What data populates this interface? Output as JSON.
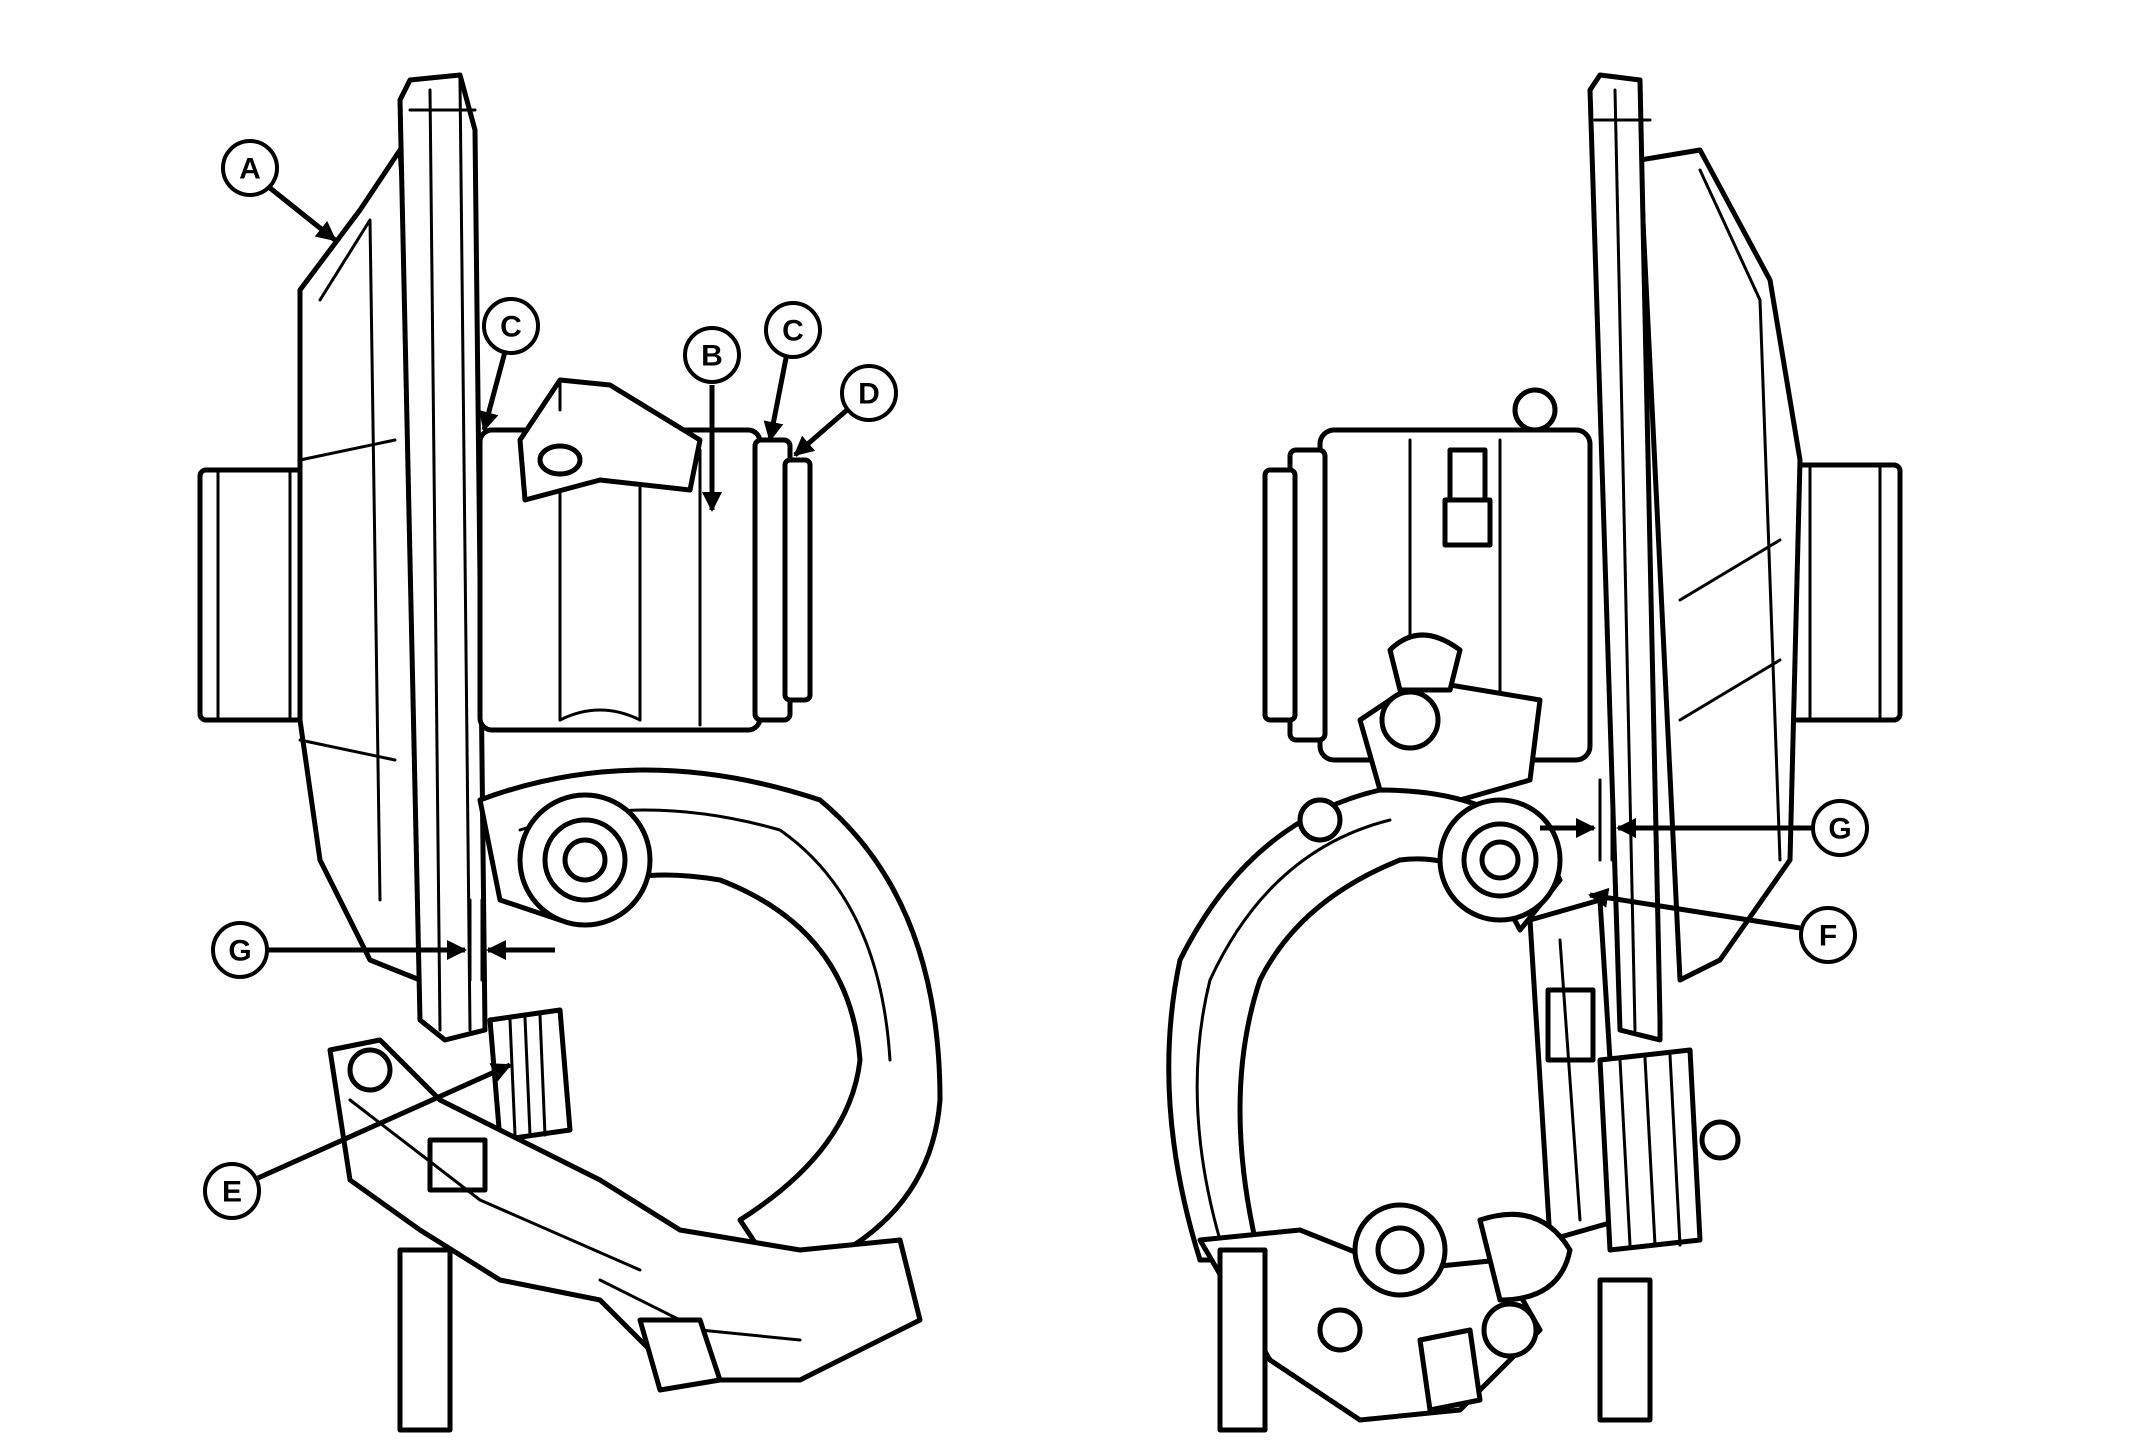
{
  "callouts": {
    "a": "A",
    "b": "B",
    "c_left": "C",
    "c_right": "C",
    "d": "D",
    "e": "E",
    "f": "F",
    "g_left": "G",
    "g_right": "G"
  },
  "colors": {
    "line": "#000000",
    "fill": "#ffffff"
  }
}
